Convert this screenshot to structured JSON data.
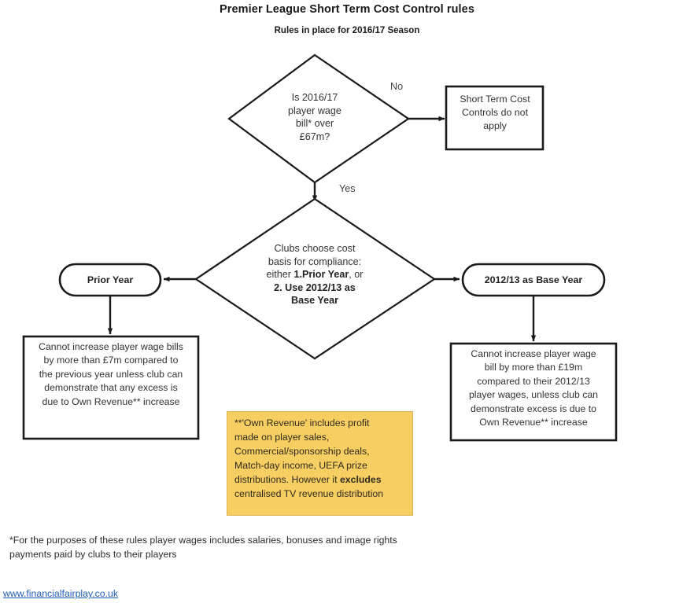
{
  "header": {
    "title": "Premier League Short Term Cost Control rules",
    "subtitle": "Rules in place for 2016/17 Season"
  },
  "flowchart": {
    "decision_1": {
      "name": "wage-bill-threshold-decision",
      "line1": "Is 2016/17",
      "line2": "player wage",
      "line3": "bill* over",
      "line4": "£67m?"
    },
    "branch_no_label": "No",
    "branch_yes_label": "Yes",
    "outcome_no": {
      "line1": "Short Term Cost",
      "line2": "Controls do not",
      "line3": "apply"
    },
    "decision_2": {
      "name": "cost-basis-choice-decision",
      "line1": "Clubs choose cost",
      "line2": "basis for compliance:",
      "line3_plain": "either ",
      "line3_bold": "1.Prior Year",
      "line3_tail": ", or",
      "line4_bold": "2. Use 2012/13  as",
      "line5_bold": "Base Year"
    },
    "option_left": {
      "label": "Prior Year"
    },
    "option_right": {
      "label": "2012/13  as Base Year"
    },
    "rule_left": {
      "line1": "Cannot increase player wage bills",
      "line2": "by more than £7m compared to",
      "line3": "the previous year unless club can",
      "line4": "demonstrate that any excess is",
      "line5": "due to Own Revenue** increase"
    },
    "rule_right": {
      "line1": "Cannot increase player wage",
      "line2": "bill by more than  £19m",
      "line3": "compared to their 2012/13",
      "line4": "player wages, unless club can",
      "line5": "demonstrate excess is due to",
      "line6": "Own Revenue** increase"
    }
  },
  "note": {
    "line1": "**'Own Revenue' includes profit",
    "line2": "made on player sales,",
    "line3": "Commercial/sponsorship deals,",
    "line4": "Match-day income, UEFA prize",
    "line5_plain": "distributions. However it ",
    "line5_bold": "excludes",
    "line6": "centralised TV revenue distribution"
  },
  "footnote": {
    "line1": "*For the purposes of these rules player wages includes salaries, bonuses and image rights",
    "line2": "payments paid by clubs to their players"
  },
  "link": {
    "url_text": "www.financialfairplay.co.uk"
  },
  "colors": {
    "note_fill": "#f6ce62",
    "note_border": "#d9b455",
    "stroke": "#1a1a1a",
    "text": "#333333",
    "link": "#2060b8"
  }
}
